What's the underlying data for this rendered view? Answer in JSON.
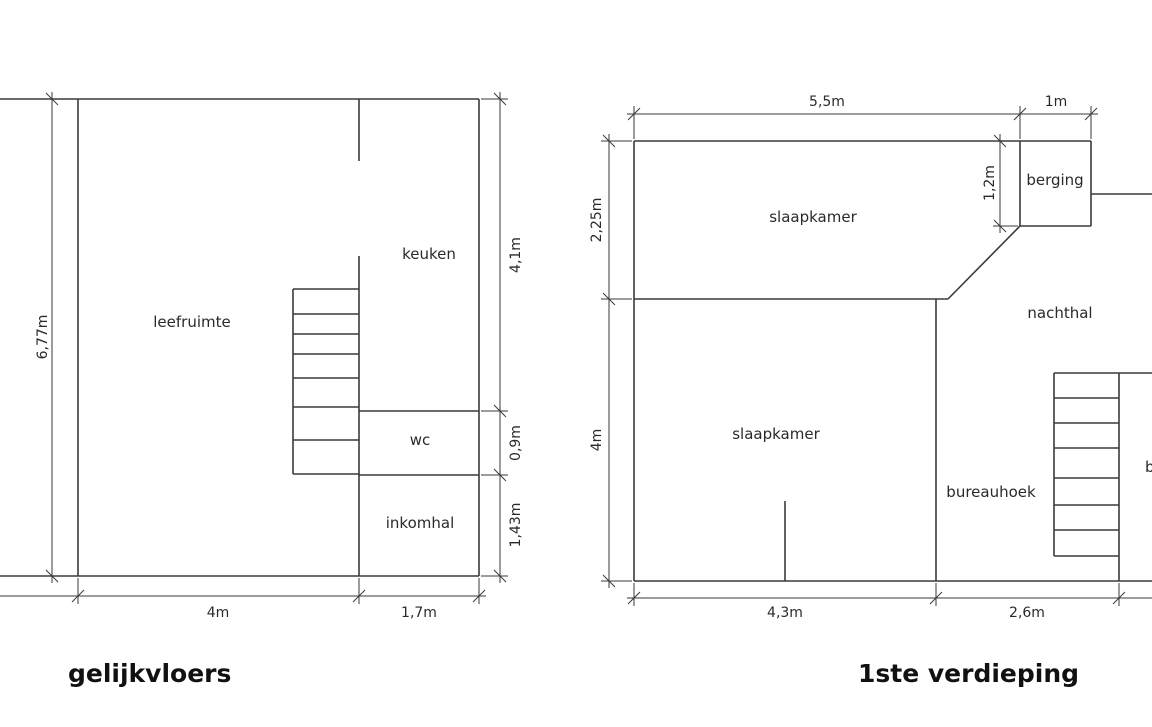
{
  "plans": [
    {
      "title": "gelijkvloers",
      "rooms": {
        "living": "leefruimte",
        "kitchen": "keuken",
        "wc": "wc",
        "entrance": "inkomhal"
      },
      "dimensions": {
        "height_total": "6,77m",
        "kitchen_height": "4,1m",
        "wc_height": "0,9m",
        "entrance_height": "1,43m",
        "living_width": "4m",
        "right_width": "1,7m"
      }
    },
    {
      "title": "1ste verdieping",
      "rooms": {
        "bedroom_top": "slaapkamer",
        "storage": "berging",
        "night_hall": "nachthal",
        "bedroom_bottom": "slaapkamer",
        "office_corner": "bureauhoek",
        "partial_label": "b"
      },
      "dimensions": {
        "top_width": "5,5m",
        "storage_width": "1m",
        "storage_height": "1,2m",
        "bedroom_top_height": "2,25m",
        "bedroom_bottom_height": "4m",
        "bottom_width_left": "4,3m",
        "bottom_width_right": "2,6m"
      }
    }
  ]
}
